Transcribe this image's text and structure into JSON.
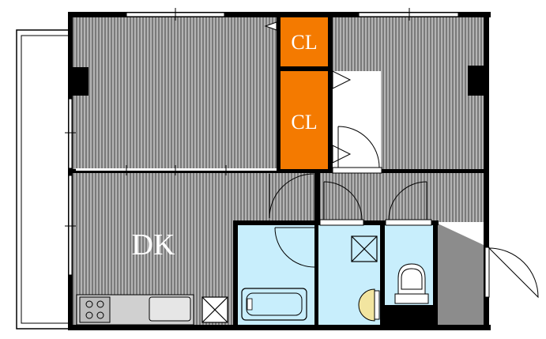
{
  "floorplan": {
    "rooms": {
      "closet_upper": {
        "label": "CL"
      },
      "closet_lower": {
        "label": "CL"
      },
      "dining_kitchen": {
        "label": "DK"
      }
    },
    "colors": {
      "wall": "#000000",
      "floor_stripe_dark": "#7a7a7a",
      "floor_stripe_light": "#b4b4b4",
      "closet": "#f47a00",
      "bath": "#c8eefc",
      "gray_floor": "#8c8c8c",
      "toilet_lid": "#f2e5a0"
    }
  }
}
